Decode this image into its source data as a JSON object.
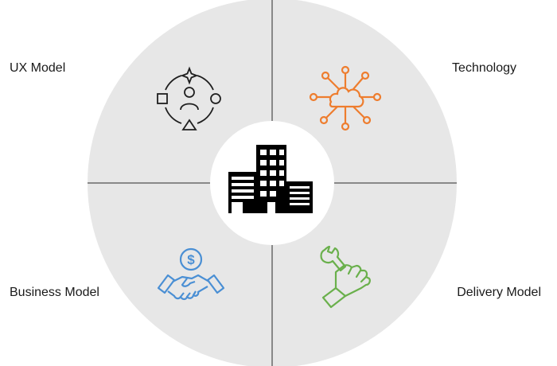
{
  "quadrants": {
    "top_left": {
      "label": "UX Model",
      "icon": "user-experience-icon"
    },
    "top_right": {
      "label": "Technology",
      "icon": "cloud-network-icon"
    },
    "bottom_left": {
      "label": "Business Model",
      "icon": "handshake-dollar-icon"
    },
    "bottom_right": {
      "label": "Delivery Model",
      "icon": "wrench-hand-icon"
    }
  },
  "center": {
    "icon": "office-buildings-icon"
  },
  "colors": {
    "circle_fill": "#e7e7e7",
    "divider": "#2b2b2b",
    "center_fill": "#ffffff",
    "ux_icon": "#1f1f1f",
    "technology_icon": "#ee7d2e",
    "business_icon": "#4a8fd4",
    "delivery_icon": "#6ab04c",
    "buildings_icon": "#000000"
  }
}
